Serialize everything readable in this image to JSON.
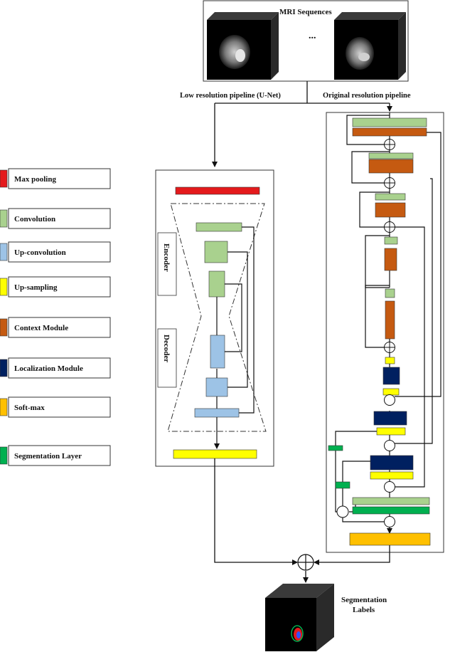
{
  "title": "MRI Sequences",
  "ellipsis": "...",
  "pipelines": {
    "low_res": "Low resolution pipeline (U-Net)",
    "original_res": "Original resolution pipeline"
  },
  "unet": {
    "encoder": "Encoder",
    "decoder": "Decoder"
  },
  "output": {
    "line1": "Segmentation",
    "line2": "Labels"
  },
  "legend": [
    {
      "label": "Max pooling",
      "color": "#e41a1c"
    },
    {
      "label": "Convolution",
      "color": "#a9d18e"
    },
    {
      "label": "Up-convolution",
      "color": "#9dc3e6"
    },
    {
      "label": "Up-sampling",
      "color": "#ffff00"
    },
    {
      "label": "Context Module",
      "color": "#c55a11"
    },
    {
      "label": "Localization Module",
      "color": "#002060"
    },
    {
      "label": "Soft-max",
      "color": "#ffc000"
    },
    {
      "label": "Segmentation Layer",
      "color": "#00b050"
    }
  ]
}
